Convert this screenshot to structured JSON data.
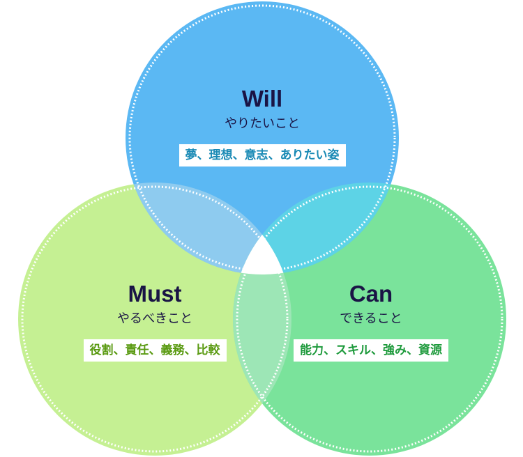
{
  "will": {
    "title": "Will",
    "subtitle": "やりたいこと",
    "tag": "夢、理想、意志、ありたい姿"
  },
  "must": {
    "title": "Must",
    "subtitle": "やるべきこと",
    "tag": "役割、責任、義務、比較"
  },
  "can": {
    "title": "Can",
    "subtitle": "できること",
    "tag": "能力、スキル、強み、資源"
  },
  "colors": {
    "will": "#5bb8f3",
    "must": "#c5f093",
    "can": "#7ae39b",
    "will_must": "#8ecbef",
    "will_can": "#5dd3e6",
    "must_can": "#9de6b6",
    "center": "#ffffff",
    "text": "#1a1445",
    "will_tag": "#1a8ab5",
    "must_tag": "#5a9a12",
    "can_tag": "#1e9a3c"
  }
}
